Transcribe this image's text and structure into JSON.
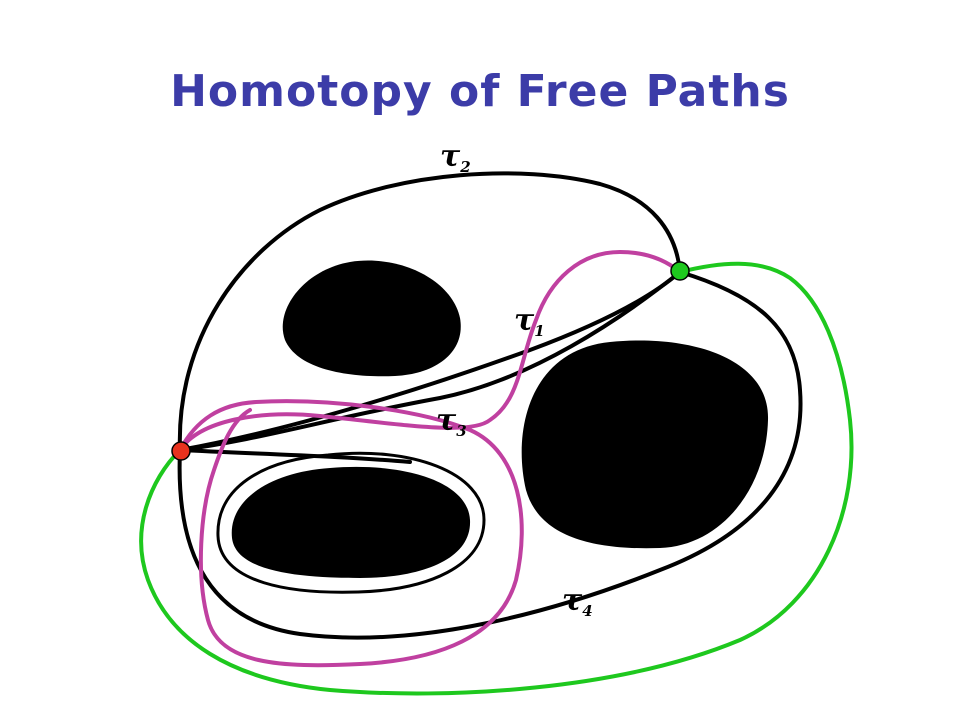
{
  "slide": {
    "title": "Homotopy of Free Paths",
    "background": "#ffffff",
    "title_color": "#3c3ca8"
  },
  "diagram": {
    "outline_color": "#000000",
    "obstacle_color": "#000000",
    "loop_green_color": "#1ec81e",
    "loop_magenta_color": "#c040a0",
    "start_point_color": "#e8321e",
    "end_point_color": "#1ec81e",
    "labels": {
      "tau1": {
        "symbol": "τ",
        "subscript": "1"
      },
      "tau2": {
        "symbol": "τ",
        "subscript": "2"
      },
      "tau3": {
        "symbol": "τ",
        "subscript": "3"
      },
      "tau4": {
        "symbol": "τ",
        "subscript": "4"
      }
    }
  }
}
